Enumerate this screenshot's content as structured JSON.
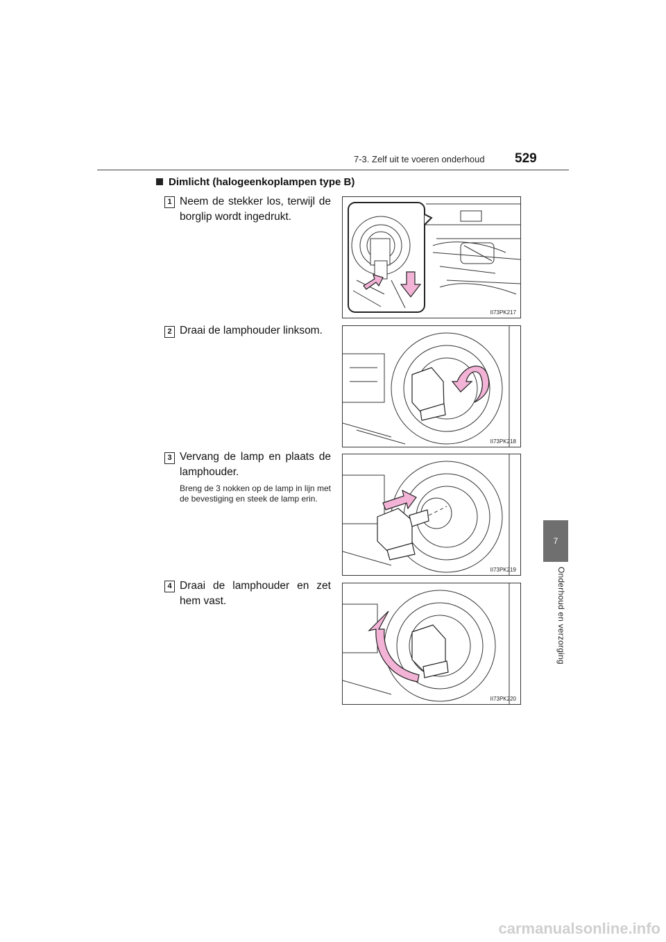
{
  "header": {
    "section": "7-3. Zelf uit te voeren onderhoud",
    "page_number": "529"
  },
  "heading": "Dimlicht (halogeenkoplampen type B)",
  "steps": [
    {
      "num": "1",
      "text": "Neem de stekker los, terwijl de borglip wordt ingedrukt.",
      "figure_code": "II73PK217"
    },
    {
      "num": "2",
      "text": "Draai de lamphouder linksom.",
      "figure_code": "II73PK218"
    },
    {
      "num": "3",
      "text": "Vervang de lamp en plaats de lamphouder.",
      "note": "Breng de 3 nokken op de lamp in lijn met de bevestiging en steek de lamp erin.",
      "figure_code": "II73PK219"
    },
    {
      "num": "4",
      "text": "Draai de lamphouder en zet hem vast.",
      "figure_code": "II73PK220"
    }
  ],
  "side_tab": {
    "number": "7",
    "label": "Onderhoud en verzorging"
  },
  "watermark": "carmanualsonline.info",
  "colors": {
    "arrow_fill": "#f2b3d6",
    "tab_bg": "#6f6f6f",
    "rule": "#9a9a9a"
  }
}
